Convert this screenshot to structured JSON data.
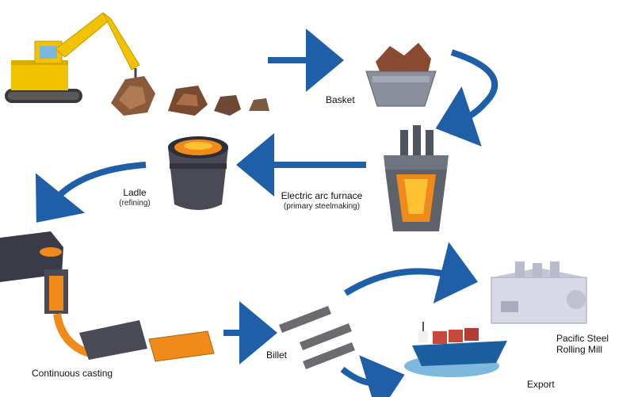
{
  "colors": {
    "arrow": "#1f5fa8",
    "excavator": "#f2c200",
    "steel": "#6b6b70",
    "hot_metal": "#f08a1a",
    "ship_hull": "#1c5fa0",
    "building": "#d8d9e6"
  },
  "nodes": {
    "basket": {
      "label": "Basket"
    },
    "furnace": {
      "label": "Electric arc furnace",
      "sublabel": "(primary steelmaking)"
    },
    "ladle": {
      "label": "Ladle",
      "sublabel": "(refining)"
    },
    "casting": {
      "label": "Continuous casting"
    },
    "billet": {
      "label": "Billet"
    },
    "mill": {
      "line1": "Pacific Steel",
      "line2": "Rolling Mill"
    },
    "export": {
      "label": "Export"
    }
  },
  "icons": [
    "excavator-icon",
    "scrap-metal-icon",
    "basket-icon",
    "furnace-icon",
    "ladle-icon",
    "caster-icon",
    "billet-icon",
    "factory-icon",
    "ship-icon"
  ]
}
